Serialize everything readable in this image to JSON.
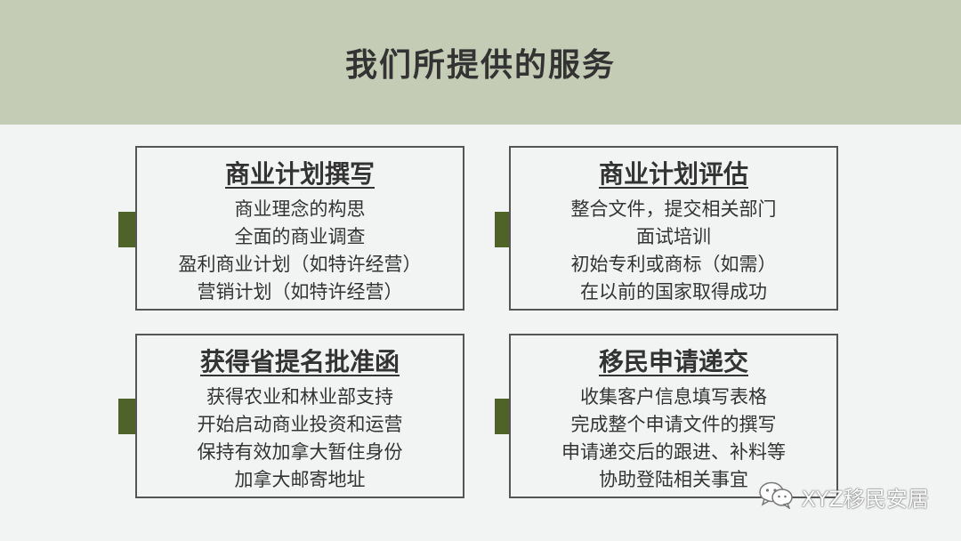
{
  "page_title": "我们所提供的服务",
  "cards": [
    {
      "title": "商业计划撰写",
      "items": [
        "商业理念的构思",
        "全面的商业调查",
        "盈利商业计划（如特许经营）",
        "营销计划（如特许经营）"
      ]
    },
    {
      "title": "商业计划评估",
      "items": [
        "整合文件，提交相关部门",
        "面试培训",
        "初始专利或商标（如需）",
        "在以前的国家取得成功"
      ]
    },
    {
      "title": "获得省提名批准函",
      "items": [
        "获得农业和林业部支持",
        "开始启动商业投资和运营",
        "保持有效加拿大暂住身份",
        "加拿大邮寄地址"
      ]
    },
    {
      "title": "移民申请递交",
      "items": [
        "收集客户信息填写表格",
        "完成整个申请文件的撰写",
        "申请递交后的跟进、补料等",
        "协助登陆相关事宜"
      ]
    }
  ],
  "watermark": {
    "text": "XYZ移民安居",
    "icon": "wechat-icon"
  },
  "colors": {
    "header_bg": "#c5ccb5",
    "marker": "#4f6228",
    "page_bg": "#f2f4f3"
  }
}
